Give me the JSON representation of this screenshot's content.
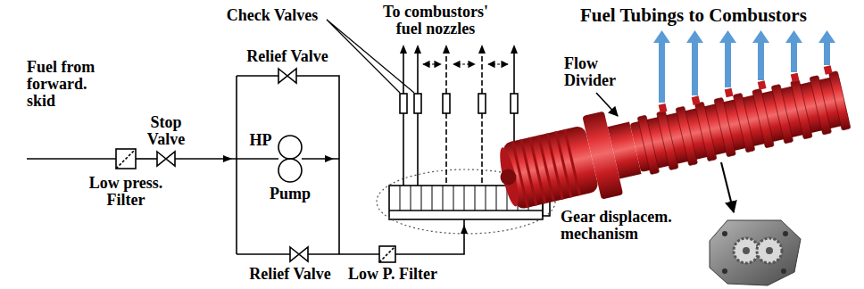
{
  "diagram": {
    "labels": [
      "Check Valves",
      "To combustors' fuel nozzles",
      "Fuel Tubings to Combustors",
      "Relief Valve",
      "Fuel from forward. skid",
      "Flow Divider",
      "Stop Valve",
      "HP",
      "Low press. Filter",
      "Pump",
      "Gear displacem. mechanism",
      "Relief Valve",
      "Low P. Filter"
    ]
  }
}
